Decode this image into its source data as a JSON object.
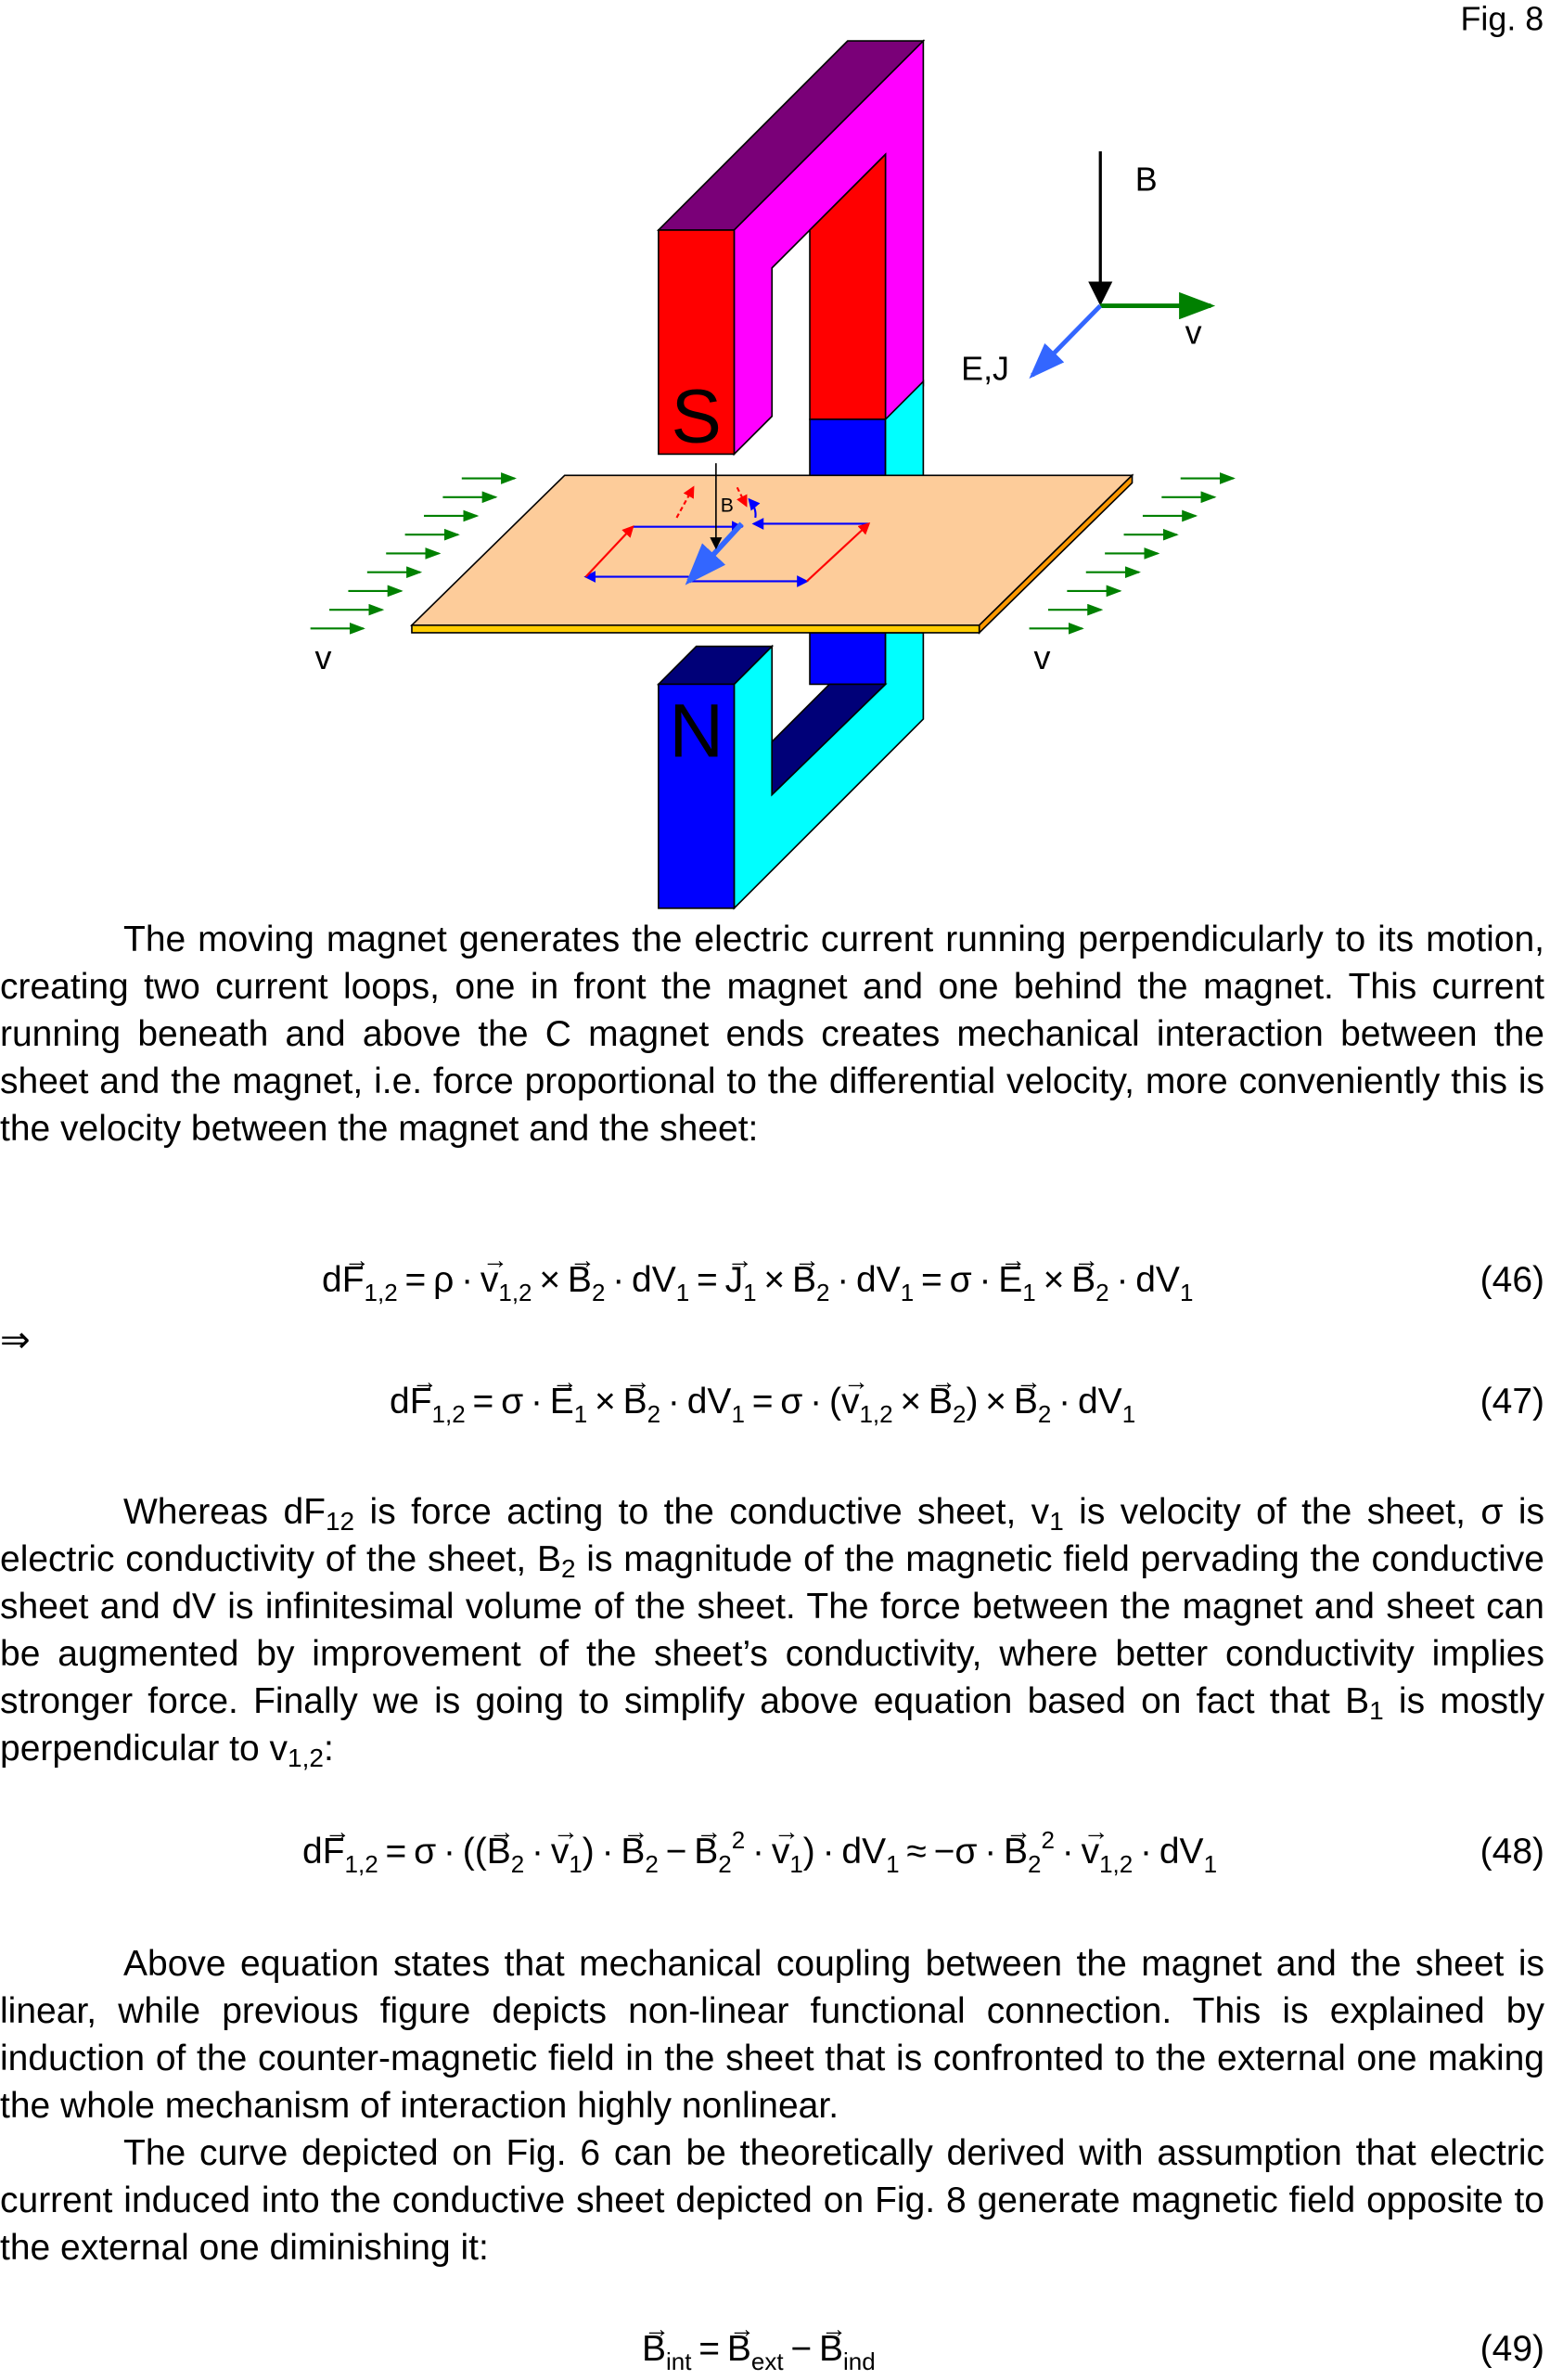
{
  "figure": {
    "label": "Fig. 8",
    "pole_s": "S",
    "pole_n": "N",
    "axis_b": "B",
    "axis_v": "v",
    "axis_ej": "E,J",
    "plate_b": "B",
    "v_left": "v",
    "v_right": "v",
    "colors": {
      "purple": "#7a0078",
      "magenta": "#ff00ff",
      "red": "#ff0000",
      "blue": "#0000ff",
      "navy": "#000078",
      "cyan": "#00ffff",
      "plate": "#fdcc9a",
      "edge": "#ffcc00",
      "green": "#008000",
      "ej": "#3366ff"
    }
  },
  "paragraphs": [
    {
      "segments": [
        {
          "t": "The moving magnet generates the electric current running perpendicularly to its motion, creating two current loops, one in front the magnet and one behind the magnet. This current running beneath and above the C magnet ends creates mechanical interaction between the sheet and the magnet, i.e. force proportional to the differential velocity, more conveniently this is the velocity between the magnet and the sheet:"
        }
      ]
    },
    {
      "segments": [
        {
          "t": "Whereas dF"
        },
        {
          "t": "12",
          "sub": true
        },
        {
          "t": " is force acting to the conductive sheet, v"
        },
        {
          "t": "1",
          "sub": true
        },
        {
          "t": " is velocity of the sheet, σ is electric conductivity of the sheet, B"
        },
        {
          "t": "2",
          "sub": true
        },
        {
          "t": " is magnitude of the magnetic field pervading the conductive sheet and dV is infinitesimal volume of the sheet. The force between the magnet and sheet can be augmented by improvement of the sheet’s conductivity, where better conductivity implies stronger force. Finally we is going to simplify above equation based on fact that B"
        },
        {
          "t": "1",
          "sub": true
        },
        {
          "t": " is mostly perpendicular to v"
        },
        {
          "t": "1,2",
          "sub": true
        },
        {
          "t": ":"
        }
      ]
    },
    {
      "segments": [
        {
          "t": "Above equation states that mechanical coupling between the magnet and the sheet is linear, while previous figure depicts non-linear functional connection. This is explained by induction of the counter-magnetic field in the sheet that is confronted to the external one making the whole mechanism of interaction highly nonlinear."
        }
      ]
    },
    {
      "segments": [
        {
          "t": "The curve depicted on Fig. 6 can be theoretically derived with assumption that electric current induced into the conductive sheet depicted on Fig. 8 generate magnetic field opposite to the external one diminishing it:"
        }
      ]
    }
  ],
  "implies": "⇒",
  "equations": [
    {
      "number": "(46)",
      "tokens": [
        [
          "d"
        ],
        [
          "F",
          1,
          "1,2"
        ],
        [
          " = ρ · "
        ],
        [
          "v",
          1,
          "1,2"
        ],
        [
          " × "
        ],
        [
          "B",
          1,
          "2"
        ],
        [
          " · dV"
        ],
        [
          "",
          0,
          "1"
        ],
        [
          " = "
        ],
        [
          "J",
          1,
          "1"
        ],
        [
          " × "
        ],
        [
          "B",
          1,
          "2"
        ],
        [
          " · dV"
        ],
        [
          "",
          0,
          "1"
        ],
        [
          " = σ · "
        ],
        [
          "E",
          1,
          "1"
        ],
        [
          " × "
        ],
        [
          "B",
          1,
          "2"
        ],
        [
          " · dV"
        ],
        [
          "",
          0,
          "1"
        ]
      ]
    },
    {
      "number": "(47)",
      "tokens": [
        [
          "d"
        ],
        [
          "F",
          1,
          "1,2"
        ],
        [
          " = σ · "
        ],
        [
          "E",
          1,
          "1"
        ],
        [
          " × "
        ],
        [
          "B",
          1,
          "2"
        ],
        [
          " · dV"
        ],
        [
          "",
          0,
          "1"
        ],
        [
          " = σ · ("
        ],
        [
          "v",
          1,
          "1,2"
        ],
        [
          " × "
        ],
        [
          "B",
          1,
          "2"
        ],
        [
          ") × "
        ],
        [
          "B",
          1,
          "2"
        ],
        [
          " · dV"
        ],
        [
          "",
          0,
          "1"
        ]
      ]
    },
    {
      "number": "(48)",
      "tokens": [
        [
          "d"
        ],
        [
          "F",
          1,
          "1,2"
        ],
        [
          " = σ · (("
        ],
        [
          "B",
          1,
          "2"
        ],
        [
          " · "
        ],
        [
          "v",
          1,
          "1"
        ],
        [
          ") · "
        ],
        [
          "B",
          1,
          "2"
        ],
        [
          " − "
        ],
        [
          "B",
          1,
          "2",
          "2"
        ],
        [
          " · "
        ],
        [
          "v",
          1,
          "1"
        ],
        [
          ") · dV"
        ],
        [
          "",
          0,
          "1"
        ],
        [
          " ≈ −σ · "
        ],
        [
          "B",
          1,
          "2",
          "2"
        ],
        [
          " · "
        ],
        [
          "v",
          1,
          "1,2"
        ],
        [
          " · dV"
        ],
        [
          "",
          0,
          "1"
        ]
      ]
    },
    {
      "number": "(49)",
      "tokens": [
        [
          "B",
          1,
          "int"
        ],
        [
          " = "
        ],
        [
          "B",
          1,
          "ext"
        ],
        [
          " − "
        ],
        [
          "B",
          1,
          "ind"
        ]
      ]
    }
  ]
}
